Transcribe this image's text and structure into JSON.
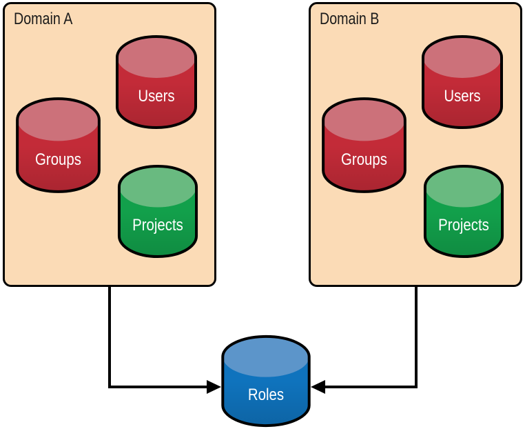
{
  "page": {
    "background": "#ffffff",
    "outline_color": "#000000"
  },
  "domains": [
    {
      "title": "Domain A",
      "fill": "#FBDBB6",
      "border_color": "#000000",
      "cylinders": [
        {
          "label": "Users",
          "icon": "database-cylinder",
          "body_color": "#C32B38",
          "top_color": "#CC717A"
        },
        {
          "label": "Groups",
          "icon": "database-cylinder",
          "body_color": "#C32B38",
          "top_color": "#CC717A"
        },
        {
          "label": "Projects",
          "icon": "database-cylinder",
          "body_color": "#12A04B",
          "top_color": "#69BA80"
        }
      ]
    },
    {
      "title": "Domain B",
      "fill": "#FBDBB6",
      "border_color": "#000000",
      "cylinders": [
        {
          "label": "Users",
          "icon": "database-cylinder",
          "body_color": "#C32B38",
          "top_color": "#CC717A"
        },
        {
          "label": "Groups",
          "icon": "database-cylinder",
          "body_color": "#C32B38",
          "top_color": "#CC717A"
        },
        {
          "label": "Projects",
          "icon": "database-cylinder",
          "body_color": "#12A04B",
          "top_color": "#69BA80"
        }
      ]
    }
  ],
  "shared_store": {
    "label": "Roles",
    "icon": "database-cylinder",
    "body_color": "#0F73BD",
    "top_color": "#5C95CA"
  },
  "arrows": {
    "color": "#000000"
  },
  "labels_text_color": "#FFFFFF"
}
